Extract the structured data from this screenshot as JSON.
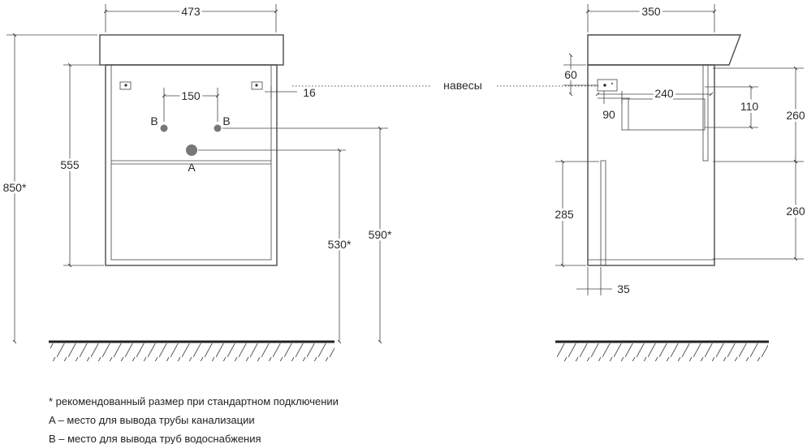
{
  "front": {
    "width": "473",
    "height_total": "850*",
    "height_cabinet": "555",
    "inlet_spacing": "150",
    "label_b_left": "B",
    "label_b_right": "B",
    "label_a": "A",
    "hinge_offset": "16",
    "height_drain": "530*",
    "height_inlet": "590*"
  },
  "side": {
    "depth": "350",
    "hinge_top": "60",
    "hinge_zone": "240",
    "opening_height": "110",
    "opening_depth": "90",
    "upper_section": "260",
    "lower_section": "260",
    "lower_height": "285",
    "panel_thickness": "35"
  },
  "hinges_label": "навесы",
  "notes": [
    "* рекомендованный размер при стандартном подключении",
    "A – место для вывода трубы канализации",
    "B – место для вывода труб водоснабжения"
  ]
}
